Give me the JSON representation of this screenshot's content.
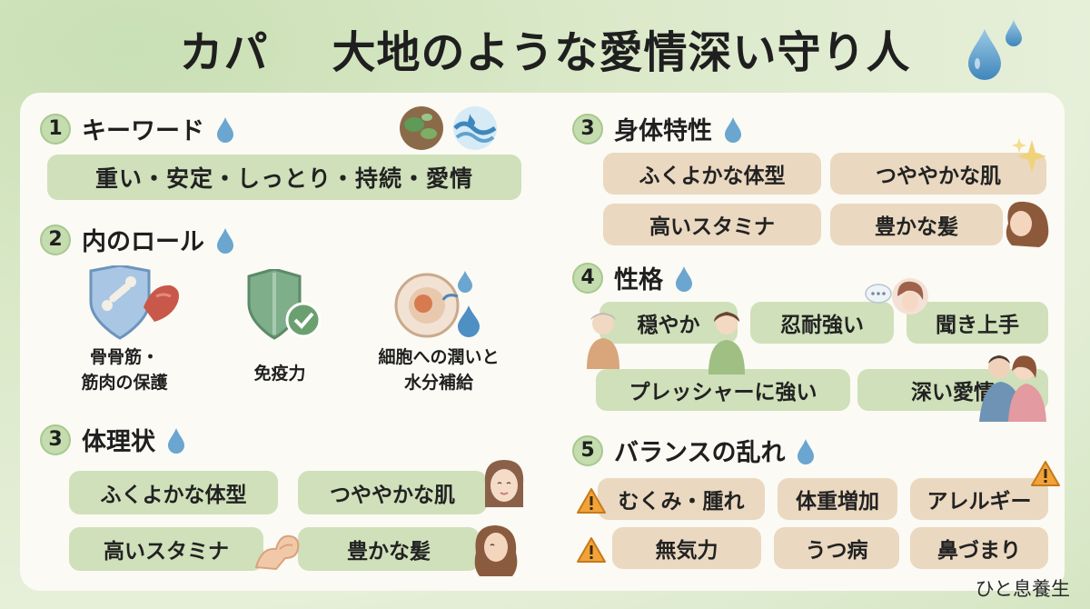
{
  "title": {
    "left": "カパ",
    "right": "大地のような愛情深い守り人"
  },
  "sections": {
    "keywords": {
      "number": "1",
      "title": "キーワード",
      "text": "重い・安定・しっとり・持続・愛情"
    },
    "roles": {
      "number": "2",
      "title": "内のロール",
      "items": [
        {
          "line1": "骨骨筋・",
          "line2": "筋肉の保護",
          "icon": "bone-muscle-shield-icon"
        },
        {
          "line1": "免疫力",
          "line2": "",
          "icon": "immunity-shield-icon"
        },
        {
          "line1": "細胞への潤いと",
          "line2": "水分補給",
          "icon": "cell-hydration-icon"
        }
      ]
    },
    "constitution": {
      "number": "3",
      "title": "体理状",
      "items": [
        "ふくよかな体型",
        "つややかな肌",
        "高いスタミナ",
        "豊かな髪"
      ]
    },
    "body_traits": {
      "number": "3",
      "title": "身体特性",
      "items": [
        "ふくよかな体型",
        "つややかな肌",
        "高いスタミナ",
        "豊かな髪"
      ]
    },
    "personality": {
      "number": "4",
      "title": "性格",
      "items": [
        "穏やか",
        "忍耐強い",
        "聞き上手",
        "プレッシャーに強い",
        "深い愛情"
      ]
    },
    "imbalance": {
      "number": "5",
      "title": "バランスの乱れ",
      "items": [
        "むくみ・腫れ",
        "体重増加",
        "アレルギー",
        "無気力",
        "うつ病",
        "鼻づまり"
      ]
    }
  },
  "footer": "ひと息養生",
  "colors": {
    "green_pill": "#cfe0ba",
    "tan_pill": "#ead8c0",
    "number_circle": "#c4dcae",
    "drop": "#6aa6cf",
    "warning": "#e59a2a"
  }
}
